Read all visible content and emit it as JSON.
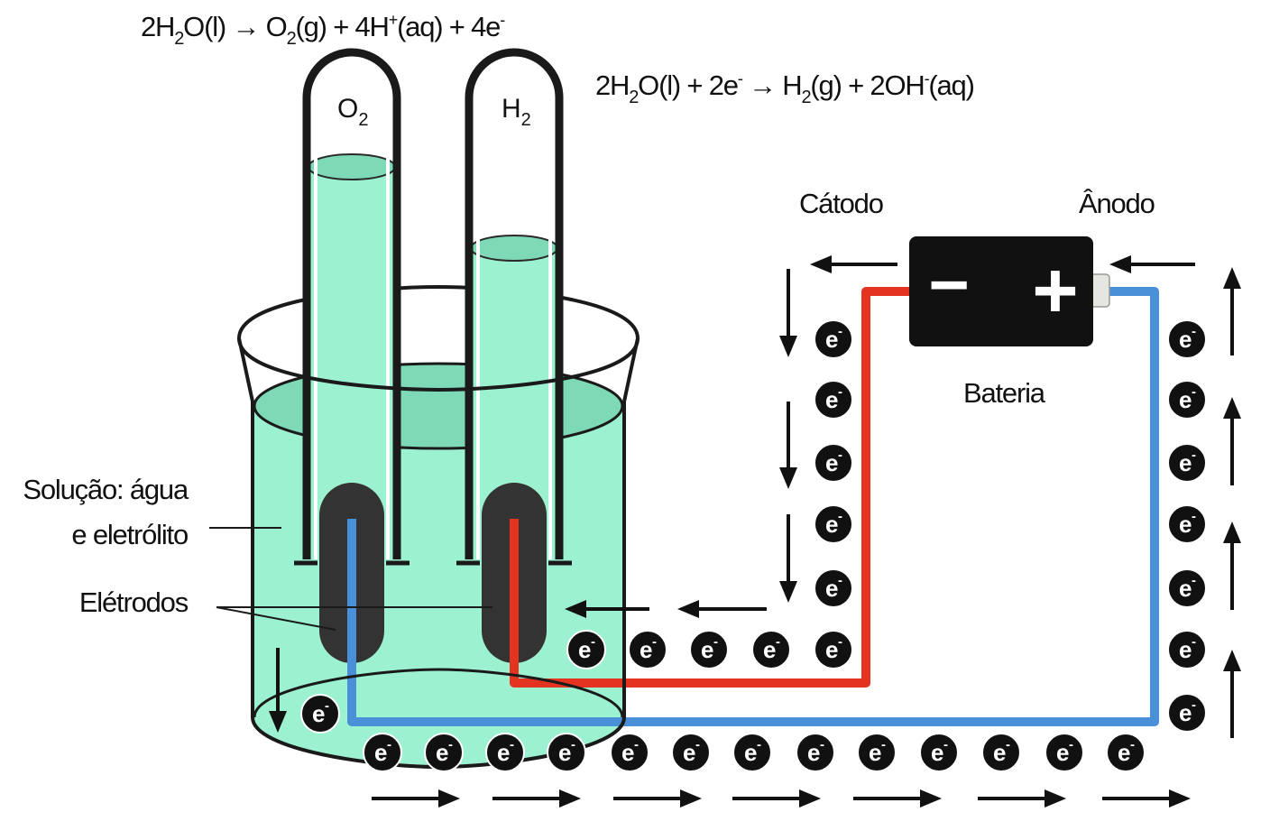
{
  "equations": {
    "anode": {
      "parts": [
        "2H",
        "2",
        "O(l) → O",
        "2",
        "(g) + 4H",
        "+",
        "(aq) + 4e",
        "-"
      ]
    },
    "cathode": {
      "parts": [
        "2H",
        "2",
        "O(l) + 2e",
        "-",
        " → H",
        "2",
        "(g) + 2OH",
        "-",
        "(aq)"
      ]
    }
  },
  "gases": {
    "left": {
      "symbol": "O",
      "subscript": "2"
    },
    "right": {
      "symbol": "H",
      "subscript": "2"
    }
  },
  "labels": {
    "cathode": "Cátodo",
    "anode": "Ânodo",
    "battery": "Bateria",
    "solution_line1": "Solução: água",
    "solution_line2": "e eletrólito",
    "electrodes": "Elétrodos"
  },
  "battery": {
    "negative": "−",
    "positive": "+"
  },
  "electron": {
    "symbol": "e",
    "charge": "-"
  },
  "colors": {
    "solution": "#9cf2d0",
    "solution_surface": "#7dd9b6",
    "wire_red": "#e53322",
    "wire_blue": "#4a90d9",
    "electrode": "#333333",
    "battery": "#111111",
    "electron": "#111111"
  }
}
